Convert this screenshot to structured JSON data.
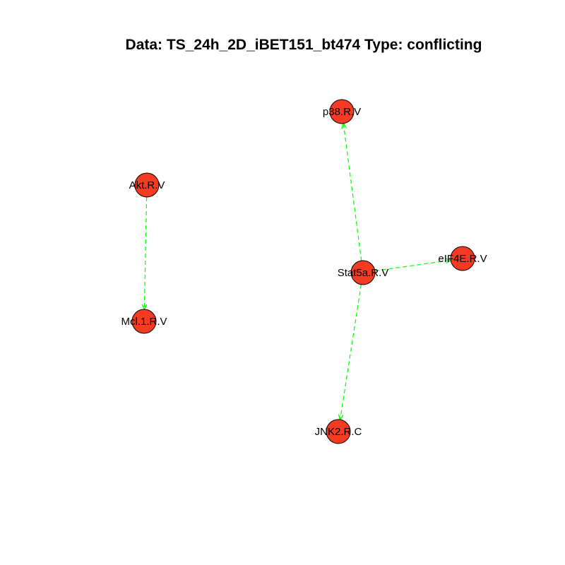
{
  "title": "Data: TS_24h_2D_iBET151_bt474 Type: conflicting",
  "colors": {
    "node_fill": "#f53b22",
    "node_stroke": "#000000",
    "edge": "#00ff00"
  },
  "nodes": [
    {
      "id": "p38",
      "label": "p38.R.V"
    },
    {
      "id": "akt",
      "label": "Akt.R.V"
    },
    {
      "id": "stat5a",
      "label": "Stat5a.R.V"
    },
    {
      "id": "eif4e",
      "label": "eIF4E.R.V"
    },
    {
      "id": "mcl1",
      "label": "Mcl.1.R.V"
    },
    {
      "id": "jnk2",
      "label": "JNK2.R.C"
    }
  ],
  "edges": [
    {
      "from": "akt",
      "to": "mcl1",
      "style": "dashed",
      "arrow": true
    },
    {
      "from": "stat5a",
      "to": "p38",
      "style": "dashed",
      "arrow": true
    },
    {
      "from": "stat5a",
      "to": "eif4e",
      "style": "dashed",
      "arrow": true
    },
    {
      "from": "stat5a",
      "to": "jnk2",
      "style": "dashed",
      "arrow": true
    }
  ]
}
